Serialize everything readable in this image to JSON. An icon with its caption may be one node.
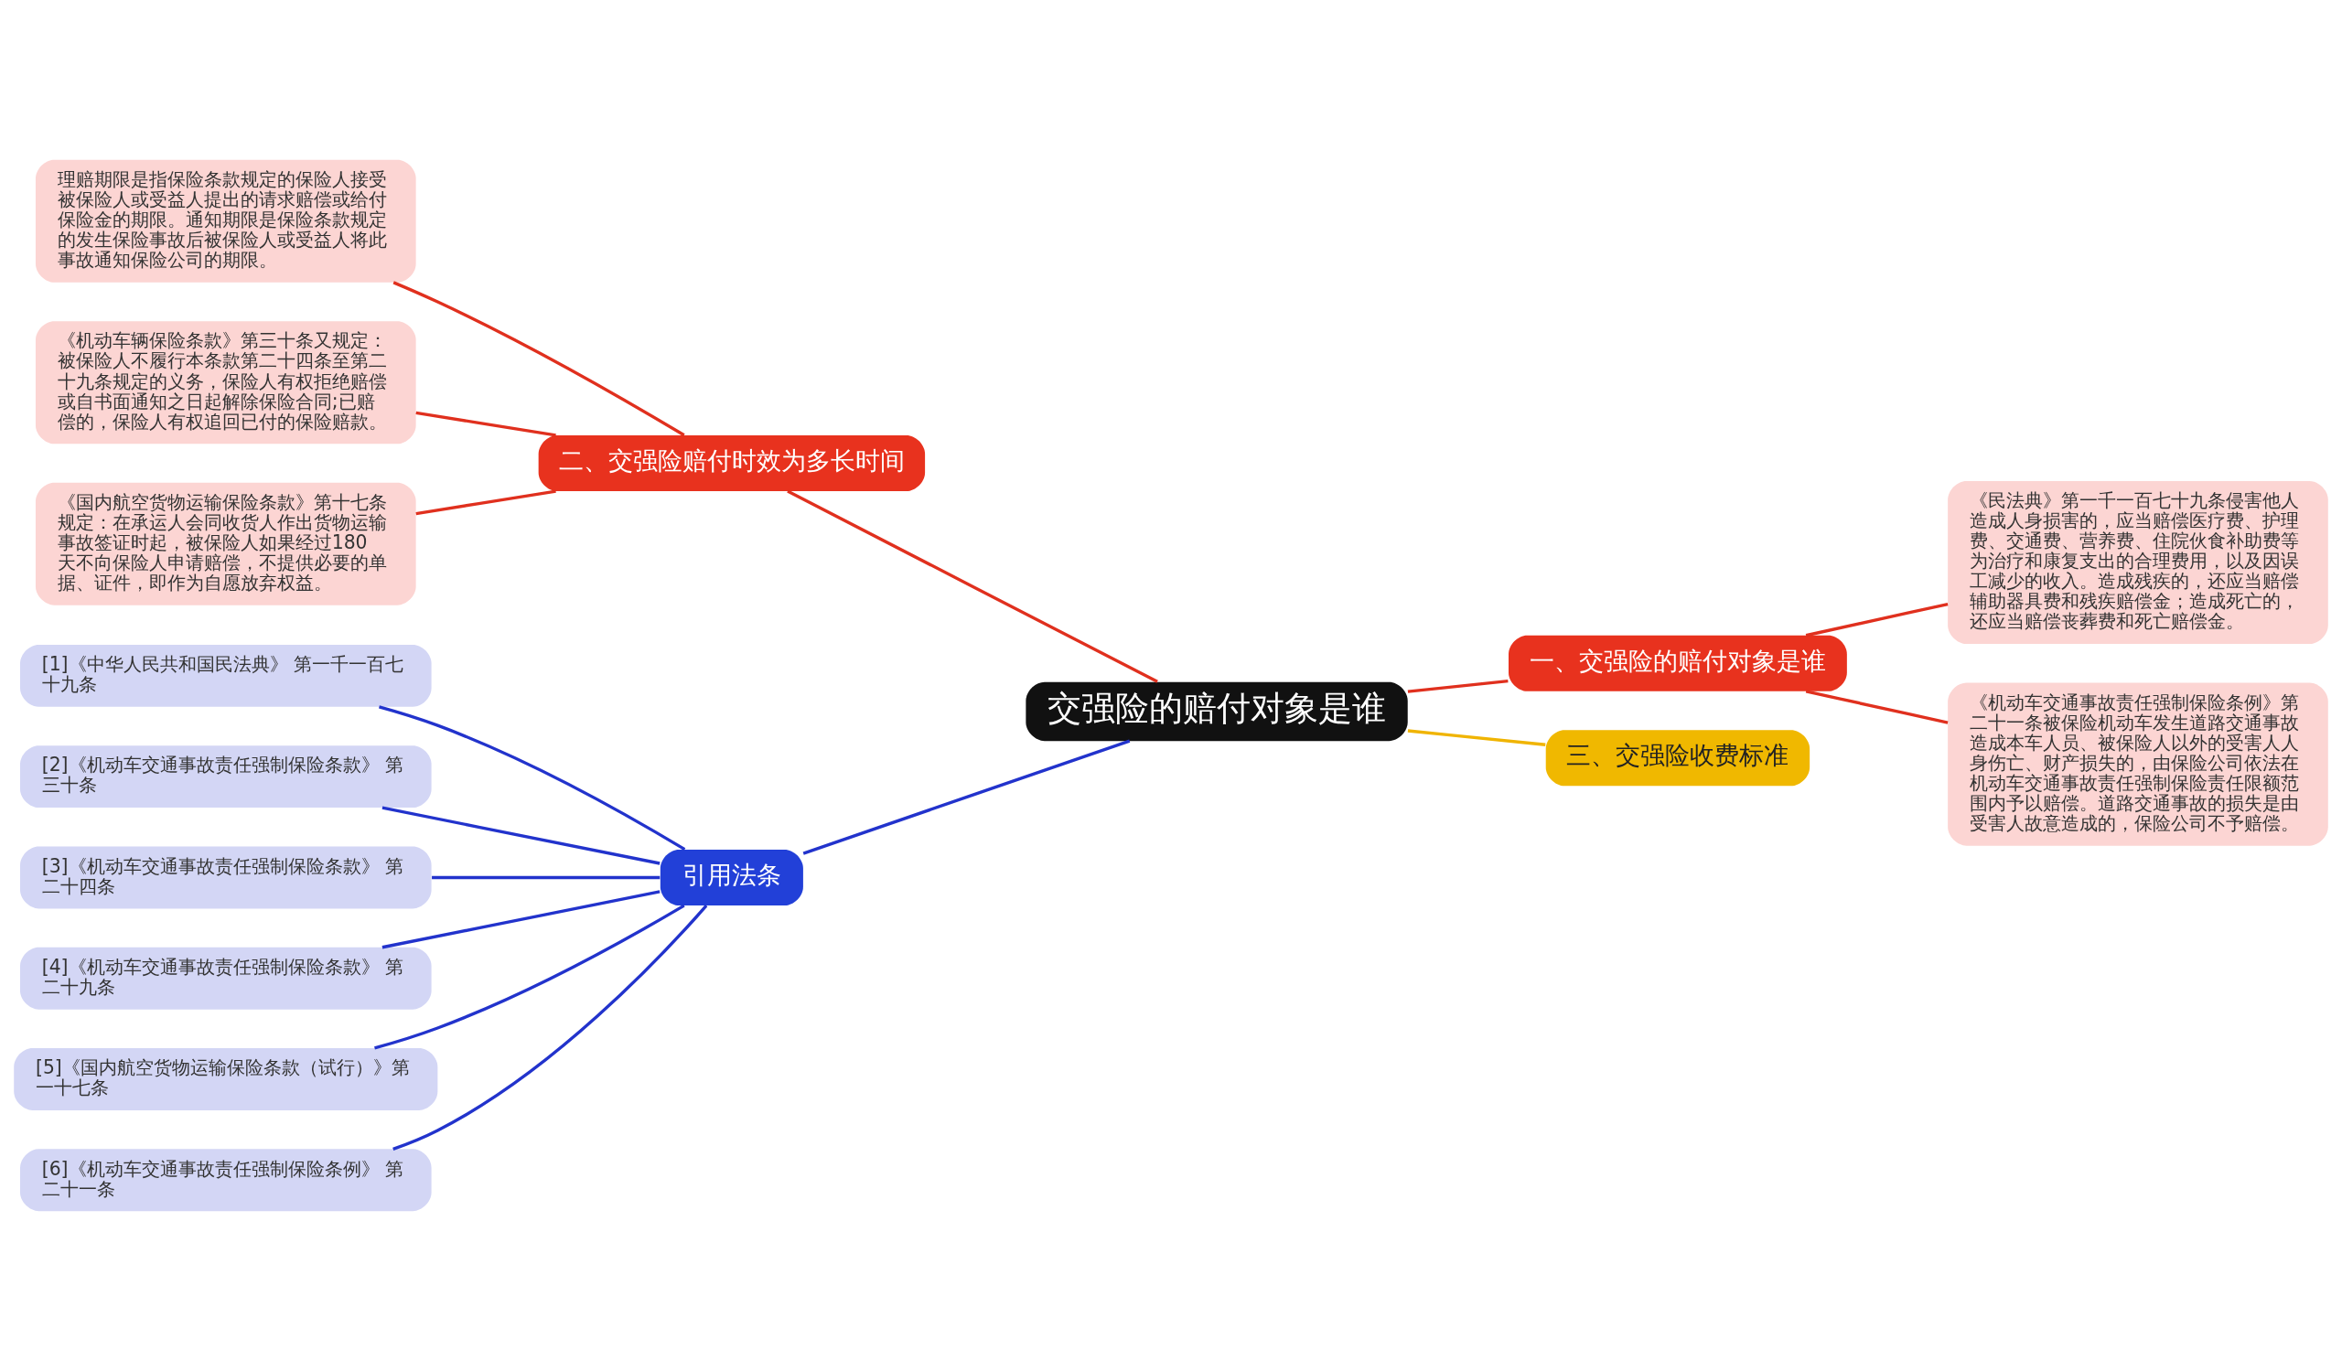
{
  "diagram": {
    "nodes": [
      {
        "text": [
          "交强险的赔付对象是谁"
        ]
      },
      {
        "text": [
          "二、交强险赔付时效为多长时间"
        ]
      },
      {
        "text": [
          "理赔期限是指保险条款规定的保险人接受被保险人或受益人提出的请求赔偿或给付保险金的期限。通知期限是保险条款规定的发生保险事故后被保险人或受益人将此事故通知保险公司的期限。"
        ]
      },
      {
        "text": [
          "《机动车辆保险条款》第三十条又规定：被保险人不履行本条款第二十四条至第二十九条规定的义务，保险人有权拒绝赔偿或自书面通知之日起解除保险合同;已赔偿的，保险人有权追回已付的保险赔款。"
        ]
      },
      {
        "text": [
          "《国内航空货物运输保险条款》第十七条规定：在承运人会同收货人作出货物运输事故签证时起，被保险人如果经过180天不向保险人申请赔偿，不提供必要的单据、证件，即作为自愿放弃权益。"
        ]
      },
      {
        "text": [
          "一、交强险的赔付对象是谁"
        ]
      },
      {
        "text": [
          "《民法典》第一千一百七十九条侵害他人造成人身损害的，应当赔偿医疗费、护理费、交通费、营养费、住院伙食补助费等为治疗和康复支出的合理费用，以及因误工减少的收入。造成残疾的，还应当赔偿辅助器具费和残疾赔偿金；造成死亡的，还应当赔偿丧葬费和死亡赔偿金。"
        ]
      },
      {
        "text": [
          "《机动车交通事故责任强制保险条例》第二十一条被保险机动车发生道路交通事故造成本车人员、被保险人以外的受害人人身伤亡、财产损失的，由保险公司依法在机动车交通事故责任强制保险责任限额范围内予以赔偿。道路交通事故的损失是由受害人故意造成的，保险公司不予赔偿。"
        ]
      },
      {
        "text": [
          "三、交强险收费标准"
        ]
      },
      {
        "text": [
          "引用法条"
        ]
      },
      {
        "text": [
          "[1]《中华人民共和国民法典》 第一千一百七十九条"
        ]
      },
      {
        "text": [
          "[2]《机动车交通事故责任强制保险条款》 第三十条"
        ]
      },
      {
        "text": [
          "[3]《机动车交通事故责任强制保险条款》 第二十四条"
        ]
      },
      {
        "text": [
          "[4]《机动车交通事故责任强制保险条款》 第二十九条"
        ]
      },
      {
        "text": [
          "[5]《国内航空货物运输保险条款（试行）》第一十七条"
        ]
      },
      {
        "text": [
          "[6]《机动车交通事故责任强制保险条例》 第二十一条"
        ]
      }
    ],
    "edges": [
      {
        "from": 0,
        "to": 1,
        "arrow": "none",
        "color": "#e0301e"
      },
      {
        "from": 1,
        "to": 2,
        "arrow": "none",
        "color": "#e0301e"
      },
      {
        "from": 1,
        "to": 3,
        "arrow": "none",
        "color": "#e0301e"
      },
      {
        "from": 1,
        "to": 4,
        "arrow": "none",
        "color": "#e0301e"
      },
      {
        "from": 0,
        "to": 5,
        "arrow": "none",
        "color": "#e0301e"
      },
      {
        "from": 5,
        "to": 6,
        "arrow": "none",
        "color": "#e0301e"
      },
      {
        "from": 5,
        "to": 7,
        "arrow": "none",
        "color": "#e0301e"
      },
      {
        "from": 0,
        "to": 8,
        "arrow": "none",
        "color": "#f0b400"
      },
      {
        "from": 0,
        "to": 9,
        "arrow": "none",
        "color": "#2233cc"
      },
      {
        "from": 9,
        "to": 10,
        "arrow": "none",
        "color": "#2233cc"
      },
      {
        "from": 9,
        "to": 11,
        "arrow": "none",
        "color": "#2233cc"
      },
      {
        "from": 9,
        "to": 12,
        "arrow": "none",
        "color": "#2233cc"
      },
      {
        "from": 9,
        "to": 13,
        "arrow": "none",
        "color": "#2233cc"
      },
      {
        "from": 9,
        "to": 14,
        "arrow": "none",
        "color": "#2233cc"
      },
      {
        "from": 9,
        "to": 15,
        "arrow": "none",
        "color": "#2233cc"
      }
    ]
  }
}
